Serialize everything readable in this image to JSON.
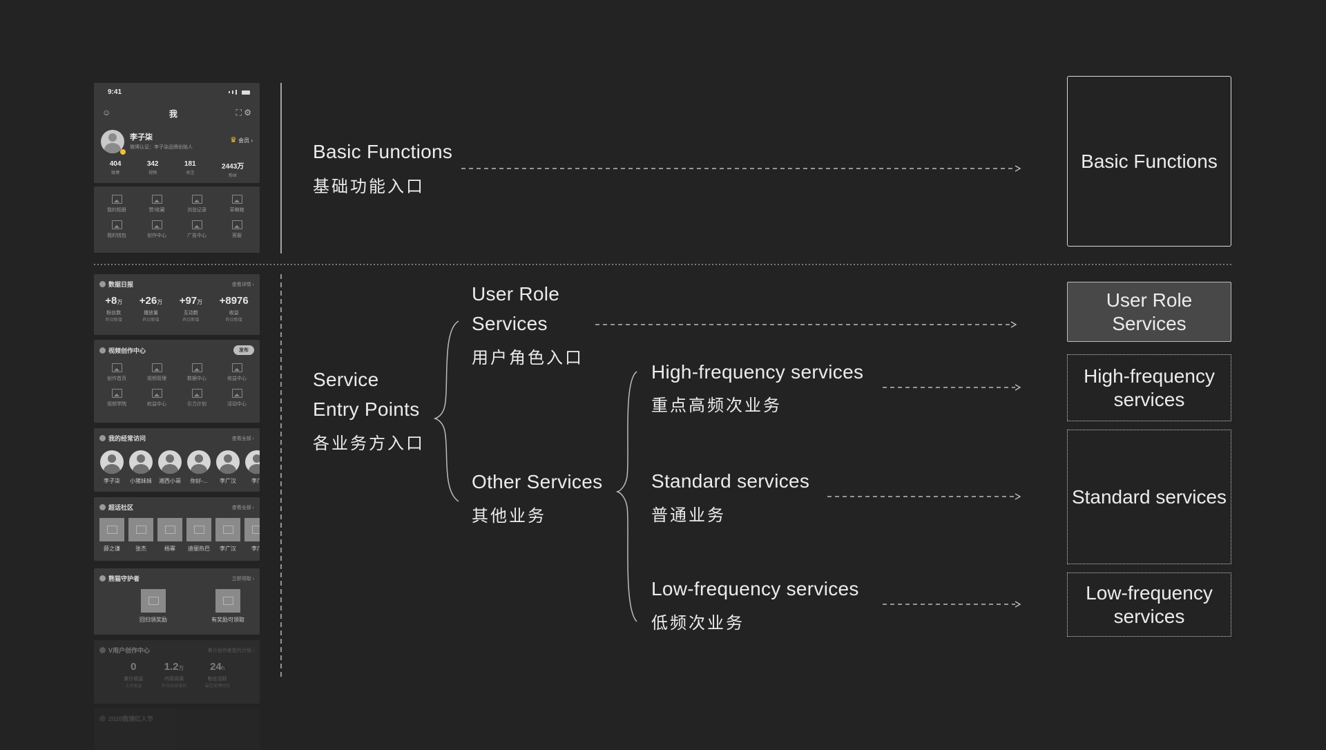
{
  "phone": {
    "status_time": "9:41",
    "nav_title": "我",
    "profile": {
      "name": "李子柒",
      "certification": "微博认证：李子柒品牌创始人",
      "vip_label": "会员"
    },
    "stats": [
      {
        "value": "404",
        "label": "微博"
      },
      {
        "value": "342",
        "label": "视频"
      },
      {
        "value": "181",
        "label": "关注"
      },
      {
        "value": "2443万",
        "label": "粉丝"
      }
    ],
    "quick_grid": [
      "我的相册",
      "赞/收藏",
      "浏览记录",
      "草稿箱",
      "我的钱包",
      "创作中心",
      "广告中心",
      "客服"
    ],
    "daily_report": {
      "title": "数据日报",
      "more": "查看详情",
      "kpis": [
        {
          "value": "+8",
          "unit": "万",
          "label": "粉丝数",
          "sub": "昨日新增"
        },
        {
          "value": "+26",
          "unit": "万",
          "label": "播放量",
          "sub": "昨日新增"
        },
        {
          "value": "+97",
          "unit": "万",
          "label": "互动数",
          "sub": "昨日新增"
        },
        {
          "value": "+8976",
          "unit": "",
          "label": "收益",
          "sub": "昨日新增"
        }
      ]
    },
    "creation_center": {
      "title": "视频创作中心",
      "button": "发布",
      "items": [
        "创作首页",
        "视频管理",
        "数据中心",
        "收益中心",
        "视频学院",
        "权益中心",
        "引力计划",
        "活动中心"
      ]
    },
    "frequent": {
      "title": "我的经常访问",
      "more": "查看全部",
      "people": [
        "李子柒",
        "小猪妹妹",
        "湘西小哥",
        "你好-...",
        "李广汉",
        "李广"
      ]
    },
    "super_topic": {
      "title": "超话社区",
      "more": "查看全部",
      "items": [
        "薛之谦",
        "张杰",
        "杨幂",
        "迪丽热巴",
        "李广汉",
        "李广"
      ]
    },
    "guardian": {
      "title": "熊猫守护者",
      "more": "立即领取",
      "items": [
        "回归领奖励",
        "有奖励可领取"
      ]
    },
    "v_center": {
      "title": "V用户创作中心",
      "more": "累计创作者签约计划",
      "kpis": [
        {
          "value": "0",
          "label": "累计收益",
          "sub": "上月收益"
        },
        {
          "value": "1.2",
          "unit": "万",
          "label": "内容阅读",
          "sub": "昨日阅读增长"
        },
        {
          "value": "24",
          "unit": "h",
          "label": "粉丝活跃",
          "sub": "最佳发博时间"
        }
      ]
    },
    "footer_section": {
      "title": "2020微博红人节"
    }
  },
  "diagram": {
    "basic": {
      "en": "Basic Functions",
      "cn": "基础功能入口"
    },
    "service": {
      "en_line1": "Service",
      "en_line2": "Entry Points",
      "cn": "各业务方入口"
    },
    "user_role": {
      "en_line1": "User Role",
      "en_line2": "Services",
      "cn": "用户角色入口"
    },
    "other": {
      "en": "Other Services",
      "cn": "其他业务"
    },
    "high": {
      "en": "High-frequency services",
      "cn": "重点高频次业务"
    },
    "standard": {
      "en": "Standard services",
      "cn": "普通业务"
    },
    "low": {
      "en": "Low-frequency services",
      "cn": "低频次业务"
    }
  },
  "boxes": {
    "basic": "Basic Functions",
    "user_role_line1": "User Role",
    "user_role_line2": "Services",
    "high_line1": "High-frequency",
    "high_line2": "services",
    "standard": "Standard services",
    "low_line1": "Low-frequency",
    "low_line2": "services"
  }
}
